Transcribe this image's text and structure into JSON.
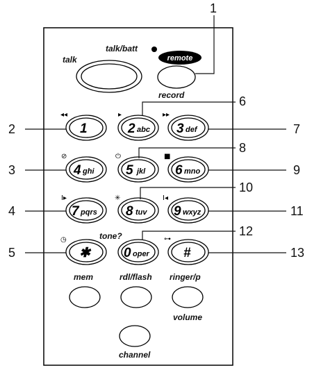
{
  "labels": {
    "talk": "talk",
    "talk_batt": "talk/batt",
    "remote": "remote",
    "record": "record",
    "tone": "tone?",
    "mem": "mem",
    "rdl_flash": "rdl/flash",
    "ringer_p": "ringer/p",
    "volume": "volume",
    "channel": "channel"
  },
  "keys": [
    {
      "main": "1",
      "sub": ""
    },
    {
      "main": "2",
      "sub": "abc"
    },
    {
      "main": "3",
      "sub": "def"
    },
    {
      "main": "4",
      "sub": "ghi"
    },
    {
      "main": "5",
      "sub": "jkl"
    },
    {
      "main": "6",
      "sub": "mno"
    },
    {
      "main": "7",
      "sub": "pqrs"
    },
    {
      "main": "8",
      "sub": "tuv"
    },
    {
      "main": "9",
      "sub": "wxyz"
    },
    {
      "main": "✱",
      "sub": ""
    },
    {
      "main": "0",
      "sub": "oper"
    },
    {
      "main": "#",
      "sub": ""
    }
  ],
  "symbols": {
    "rewind": "◂◂",
    "play": "▸",
    "fast_forward": "▸▸",
    "delete": "⊘",
    "power": "⏻",
    "stop": "■",
    "skip_forward": "I▸",
    "star_symbol": "✳",
    "skip_back": "I◂",
    "clock": "◷",
    "key": "⊶"
  },
  "callouts": [
    "1",
    "2",
    "3",
    "4",
    "5",
    "6",
    "7",
    "8",
    "9",
    "10",
    "11",
    "12",
    "13"
  ]
}
